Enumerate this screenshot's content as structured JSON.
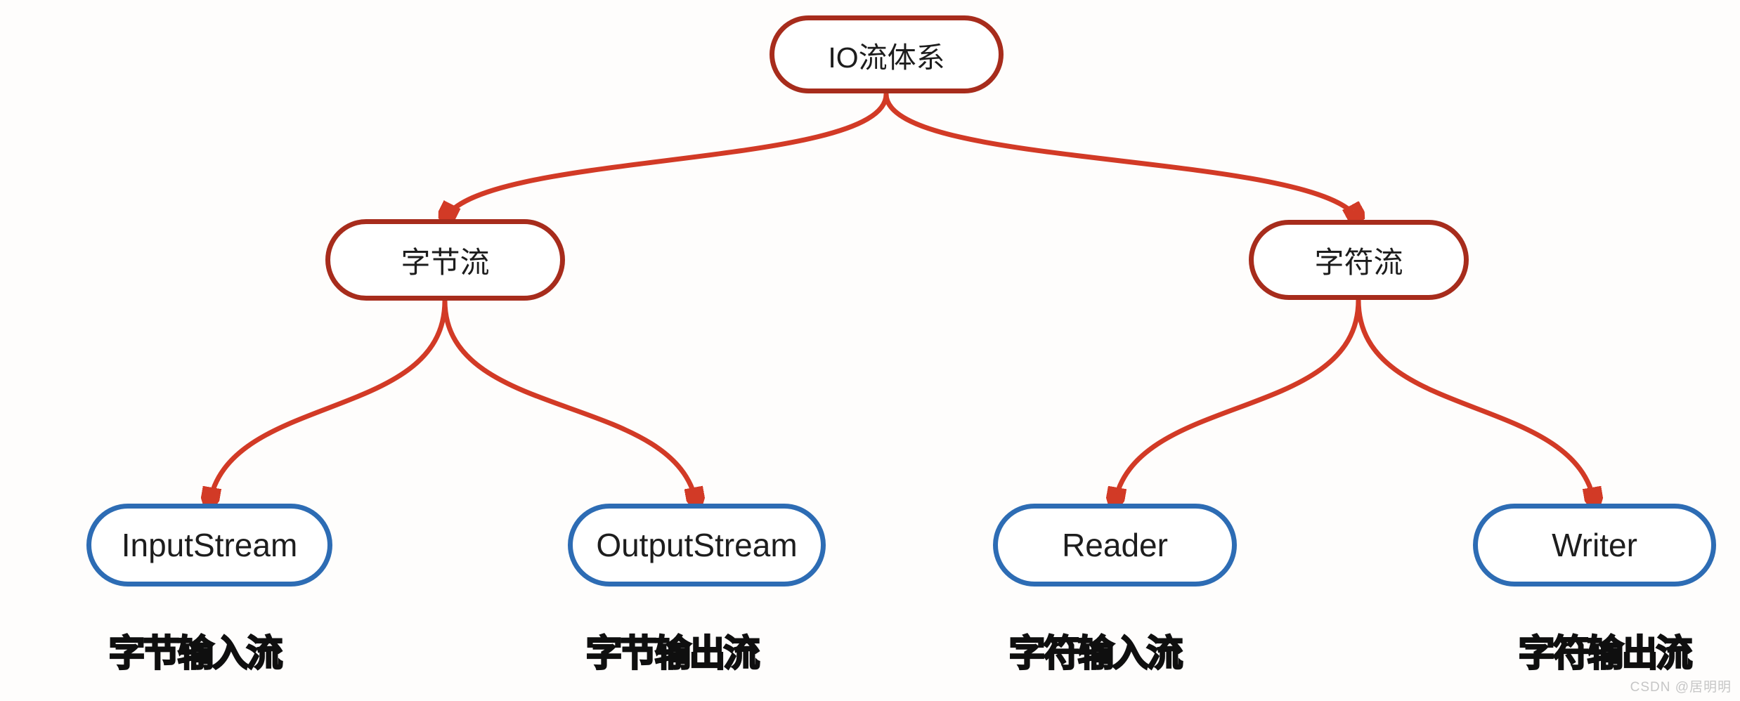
{
  "nodes": {
    "io": "IO流体系",
    "byte": "字节流",
    "char": "字符流",
    "input": "InputStream",
    "output": "OutputStream",
    "reader": "Reader",
    "writer": "Writer"
  },
  "captions": {
    "byte_input": "字节输入流",
    "byte_output": "字节输出流",
    "char_input": "字符输入流",
    "char_output": "字符输出流"
  },
  "edges": [
    {
      "from": "IO流体系",
      "to": "字节流"
    },
    {
      "from": "IO流体系",
      "to": "字符流"
    },
    {
      "from": "字节流",
      "to": "InputStream"
    },
    {
      "from": "字节流",
      "to": "OutputStream"
    },
    {
      "from": "字符流",
      "to": "Reader"
    },
    {
      "from": "字符流",
      "to": "Writer"
    }
  ],
  "colors": {
    "node_border_red": "#a72c1c",
    "node_border_blue": "#2d6cb4",
    "arrow_red": "#d23a26",
    "node_text": "#1d1d1d",
    "caption_text": "#0f0f0f",
    "watermark_text": "#c6c6c6",
    "background": "#fefdfc"
  },
  "watermark": "CSDN @居明明"
}
